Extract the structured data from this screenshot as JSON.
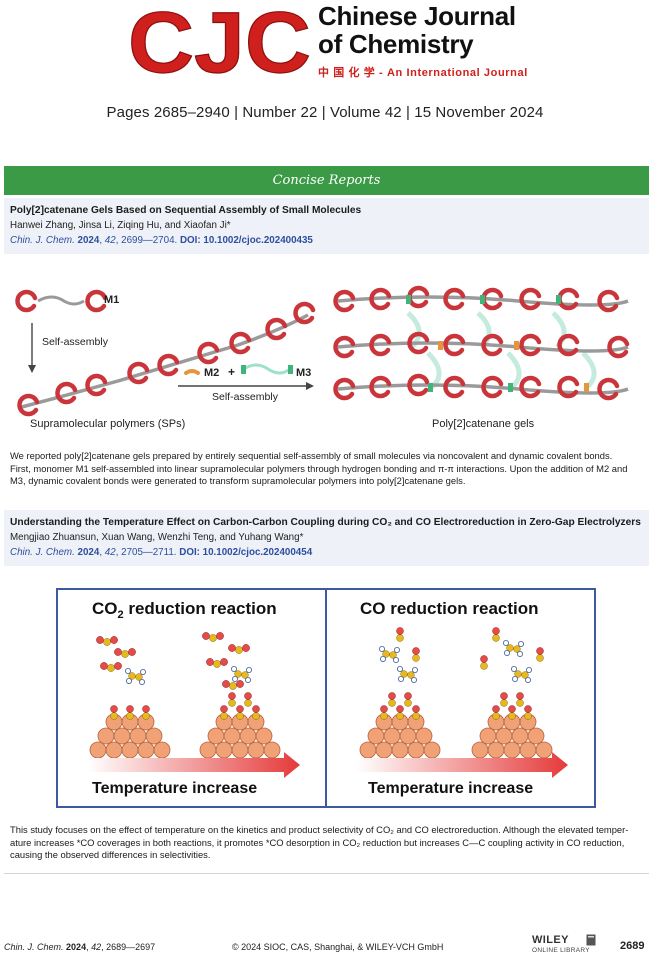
{
  "masthead": {
    "logo_text": "CJC",
    "journal_line1": "Chinese Journal",
    "journal_line2": "of Chemistry",
    "journal_sub": "中 国 化 学 - An International Journal"
  },
  "issue_line": "Pages 2685–2940 | Number 22 | Volume 42 | 15 November 2024",
  "section": "Concise Reports",
  "entries": [
    {
      "title": "Poly[2]catenane Gels Based on Sequential Assembly of Small Molecules",
      "authors": "Hanwei Zhang, Jinsa Li, Ziqing Hu, and Xiaofan Ji*",
      "cite_journal": "Chin. J. Chem.",
      "cite_year": "2024",
      "cite_volume": "42",
      "cite_pages": ", 2699—2704.",
      "cite_doi": "DOI: 10.1002/cjoc.202400435",
      "graphic": {
        "label_m1": "M1",
        "label_self_assembly": "Self-assembly",
        "label_m2": "M2",
        "label_plus": "+",
        "label_m3": "M3",
        "label_self_assembly2": "Self-assembly",
        "label_sps": "Supramolecular polymers (SPs)",
        "label_gels": "Poly[2]catenane gels"
      },
      "abstract_l1": "We reported poly[2]catenane gels prepared by entirely sequential self-assembly of small molecules via noncovalent and dynamic covalent bonds.",
      "abstract_l2": "First, monomer M1 self-assembled into linear supramolecular polymers through hydrogen bonding and π-π interactions. Upon the addition of M2 and",
      "abstract_l3": "M3, dynamic covalent bonds were generated to transform supramolecular polymers into poly[2]catenane gels."
    },
    {
      "title": "Understanding the Temperature Effect on Carbon-Carbon Coupling during CO₂ and CO Electroreduction in Zero-Gap Electrolyzers",
      "authors": "Mengjiao Zhuansun, Xuan Wang, Wenzhi Teng, and Yuhang Wang*",
      "cite_journal": "Chin. J. Chem.",
      "cite_year": "2024",
      "cite_volume": "42",
      "cite_pages": ", 2705—2711.",
      "cite_doi": "DOI: 10.1002/cjoc.202400454",
      "graphic": {
        "left_title_a": "CO",
        "left_title_sub": "2",
        "left_title_b": " reduction reaction",
        "right_title": "CO reduction reaction",
        "left_caption": "Temperature increase",
        "right_caption": "Temperature increase"
      },
      "abstract_l1": "This study focuses on the effect of temperature on the kinetics and product selectivity of CO₂ and CO electroreduction. Although the elevated temper-",
      "abstract_l2": "ature increases *CO coverages in both reactions, it promotes *CO desorption in CO₂ reduction but increases C—C coupling activity in CO reduction,",
      "abstract_l3": "causing the observed differences in selectivities."
    }
  ],
  "footer": {
    "left_journal": "Chin. J. Chem.",
    "left_year": "2024",
    "left_volume": "42",
    "left_pages": ", 2689—2697",
    "center": "© 2024 SIOC, CAS, Shanghai, & WILEY-VCH GmbH",
    "wiley_1": "WILEY",
    "wiley_2": "ONLINE LIBRARY",
    "page_number": "2689"
  },
  "colors": {
    "logo_red": "#d0201d",
    "section_green": "#3b9a45",
    "header_bg": "#eef1f7",
    "link_blue": "#2d4fa0",
    "frame_blue": "#3e5a9e"
  }
}
